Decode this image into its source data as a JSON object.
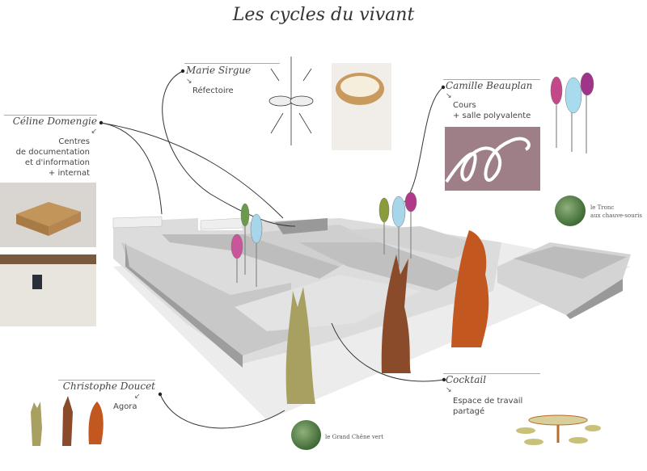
{
  "title": "Les cycles du vivant",
  "annotations": {
    "marie": {
      "name": "Marie Sirgue",
      "arrow": "↘",
      "lines": [
        "Réfectoire"
      ]
    },
    "celine": {
      "name": "Céline Domengie",
      "arrow": "↙",
      "lines": [
        "Centres",
        "de documentation",
        "et d'information",
        "+ internat"
      ]
    },
    "camille": {
      "name": "Camille Beauplan",
      "arrow": "↘",
      "lines": [
        "Cours",
        "+ salle polyvalente"
      ]
    },
    "christophe": {
      "name": "Christophe Doucet",
      "arrow": "↙",
      "lines": [
        "Agora"
      ]
    },
    "cocktail": {
      "name": "Cocktail",
      "arrow": "↘",
      "lines": [
        "Espace de travail",
        "partagé"
      ]
    }
  },
  "trees": {
    "tronc": [
      "le Tronc",
      "aux chauve-souris"
    ],
    "chene": "le Grand Chêne vert"
  },
  "colors": {
    "building": "#d6d6d6",
    "building_dark": "#a9a9a9",
    "wood": "#8a4b2a",
    "rust": "#c2581f",
    "moss": "#a7a060"
  }
}
